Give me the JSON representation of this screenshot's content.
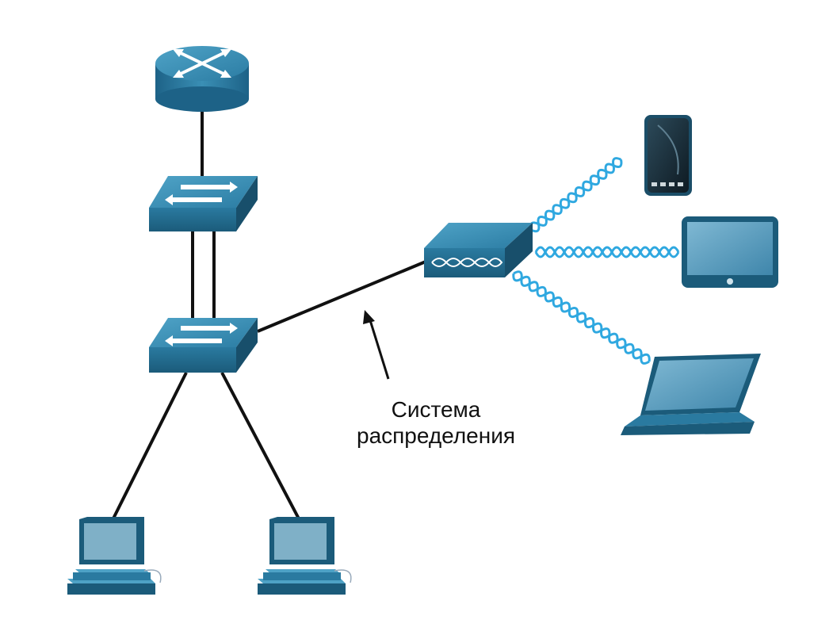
{
  "diagram": {
    "annotation": {
      "line1": "Система",
      "line2": "распределения"
    },
    "nodes": [
      {
        "id": "router",
        "icon": "router-icon"
      },
      {
        "id": "core-switch",
        "icon": "switch-icon"
      },
      {
        "id": "access-switch",
        "icon": "switch-icon"
      },
      {
        "id": "access-point",
        "icon": "wireless-access-point-icon"
      },
      {
        "id": "smartphone",
        "icon": "smartphone-icon"
      },
      {
        "id": "tablet",
        "icon": "tablet-icon"
      },
      {
        "id": "laptop",
        "icon": "laptop-icon"
      },
      {
        "id": "pc-left",
        "icon": "desktop-pc-icon"
      },
      {
        "id": "pc-right",
        "icon": "desktop-pc-icon"
      }
    ],
    "links": [
      {
        "from": "router",
        "to": "core-switch",
        "type": "wired"
      },
      {
        "from": "core-switch",
        "to": "access-switch",
        "type": "wired-double"
      },
      {
        "from": "access-switch",
        "to": "access-point",
        "type": "wired"
      },
      {
        "from": "access-switch",
        "to": "pc-left",
        "type": "wired"
      },
      {
        "from": "access-switch",
        "to": "pc-right",
        "type": "wired"
      },
      {
        "from": "access-point",
        "to": "smartphone",
        "type": "wireless"
      },
      {
        "from": "access-point",
        "to": "tablet",
        "type": "wireless"
      },
      {
        "from": "access-point",
        "to": "laptop",
        "type": "wireless"
      }
    ],
    "colors": {
      "device_dark": "#1b5b7a",
      "device_mid": "#2a7aa0",
      "device_light": "#4ea2c6",
      "wireless": "#2fa8e0",
      "cable": "#111111"
    }
  }
}
